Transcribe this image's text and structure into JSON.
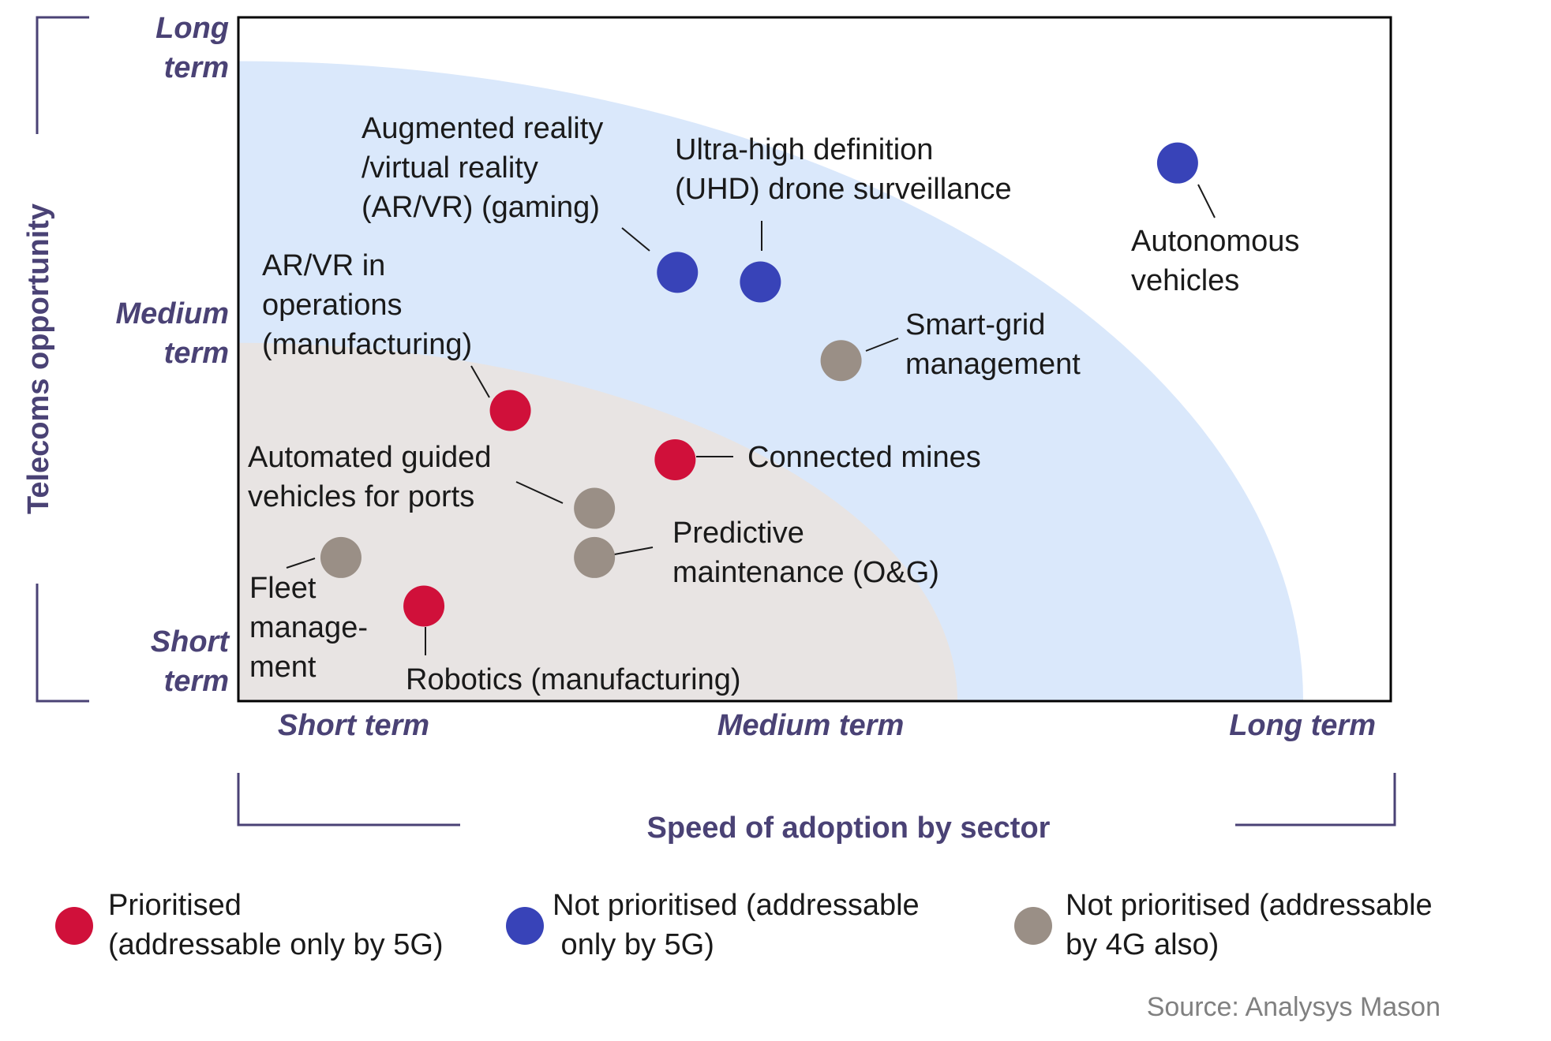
{
  "chart_data": {
    "type": "scatter",
    "xlabel": "Speed of adoption by sector",
    "ylabel": "Telecoms opportunity",
    "x_ticks": [
      "Short term",
      "Medium term",
      "Long term"
    ],
    "y_ticks": [
      {
        "lines": [
          "Long",
          "term"
        ]
      },
      {
        "lines": [
          "Medium",
          "term"
        ]
      },
      {
        "lines": [
          "Short",
          "term"
        ]
      }
    ],
    "xlim": [
      0,
      100
    ],
    "ylim": [
      0,
      100
    ],
    "zones": [
      {
        "name": "5G-only zone",
        "color": "#dae8fb",
        "rx": 92.4,
        "ry": 93.6
      },
      {
        "name": "4G zone",
        "color": "#e8e4e3",
        "rx": 62.4,
        "ry": 52.4
      }
    ],
    "categories": {
      "prioritised": {
        "color": "#d0103a",
        "label": [
          "Prioritised",
          "(addressable only by 5G)"
        ]
      },
      "not_prioritised_5g": {
        "color": "#3843b8",
        "label": [
          "Not prioritised (addressable",
          " only by 5G)"
        ]
      },
      "not_prioritised_4g": {
        "color": "#9a8f86",
        "label": [
          "Not prioritised (addressable",
          "by 4G also)"
        ]
      }
    },
    "points": [
      {
        "id": "autonomous-vehicles",
        "category": "not_prioritised_5g",
        "x": 81.5,
        "y": 78.7,
        "label": [
          "Autonomous",
          "vehicles"
        ]
      },
      {
        "id": "ar-vr-gaming",
        "category": "not_prioritised_5g",
        "x": 38.1,
        "y": 62.7,
        "label": [
          "Augmented reality",
          "/virtual reality",
          "(AR/VR) (gaming)"
        ]
      },
      {
        "id": "uhd-drone",
        "category": "not_prioritised_5g",
        "x": 45.3,
        "y": 61.3,
        "label": [
          "Ultra-high definition",
          "(UHD) drone surveillance"
        ]
      },
      {
        "id": "smart-grid",
        "category": "not_prioritised_4g",
        "x": 52.3,
        "y": 49.8,
        "label": [
          "Smart-grid",
          "management"
        ]
      },
      {
        "id": "ar-vr-operations",
        "category": "prioritised",
        "x": 23.6,
        "y": 42.5,
        "label": [
          "AR/VR in",
          "operations",
          "(manufacturing)"
        ]
      },
      {
        "id": "connected-mines",
        "category": "prioritised",
        "x": 37.9,
        "y": 35.3,
        "label": [
          "Connected mines"
        ]
      },
      {
        "id": "automated-guided-vehicles",
        "category": "not_prioritised_4g",
        "x": 30.9,
        "y": 28.2,
        "label": [
          "Automated guided",
          "vehicles for ports"
        ]
      },
      {
        "id": "predictive-maintenance",
        "category": "not_prioritised_4g",
        "x": 30.9,
        "y": 21.0,
        "label": [
          "Predictive",
          "maintenance (O&G)"
        ]
      },
      {
        "id": "fleet-management",
        "category": "not_prioritised_4g",
        "x": 8.9,
        "y": 21.0,
        "label": [
          "Fleet",
          "manage-",
          "ment"
        ]
      },
      {
        "id": "robotics-manufacturing",
        "category": "prioritised",
        "x": 16.1,
        "y": 13.9,
        "label": [
          "Robotics (manufacturing)"
        ]
      }
    ],
    "grid": false,
    "legend_position": "bottom",
    "axis_color": "#4a4275"
  },
  "source": "Source: Analysys Mason"
}
